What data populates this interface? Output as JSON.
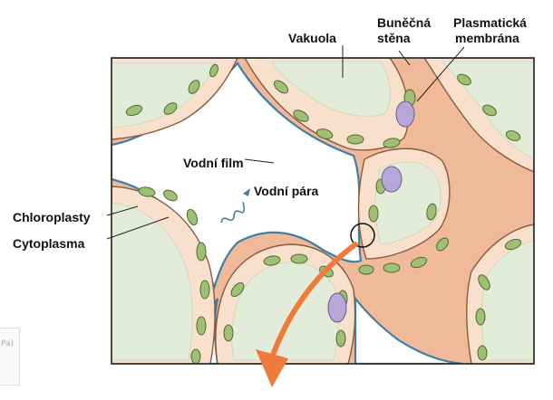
{
  "labels": {
    "vakuola": "Vakuola",
    "bunecna_stena_1": "Buněčná",
    "bunecna_stena_2": "stěna",
    "plasmaticka_1": "Plasmatická",
    "plasmaticka_2": "membrána",
    "vodni_film": "Vodní film",
    "vodni_para": "Vodní pára",
    "chloroplasty": "Chloroplasty",
    "cytoplasma": "Cytoplasma"
  },
  "side_tab": {
    "text": "Pa)"
  },
  "colors": {
    "cell_wall": "#efb99a",
    "wall_line": "#8a5a3c",
    "water_film": "#3d7fa8",
    "cytoplasm": "#f8e0cc",
    "vacuole": "#e2ecd9",
    "chloroplast": "#9fbf72",
    "chloroplast_edge": "#4f6b36",
    "nucleus": "#b9a6d9",
    "arrow": "#ee7a3d",
    "air_space": "#ffffff"
  }
}
